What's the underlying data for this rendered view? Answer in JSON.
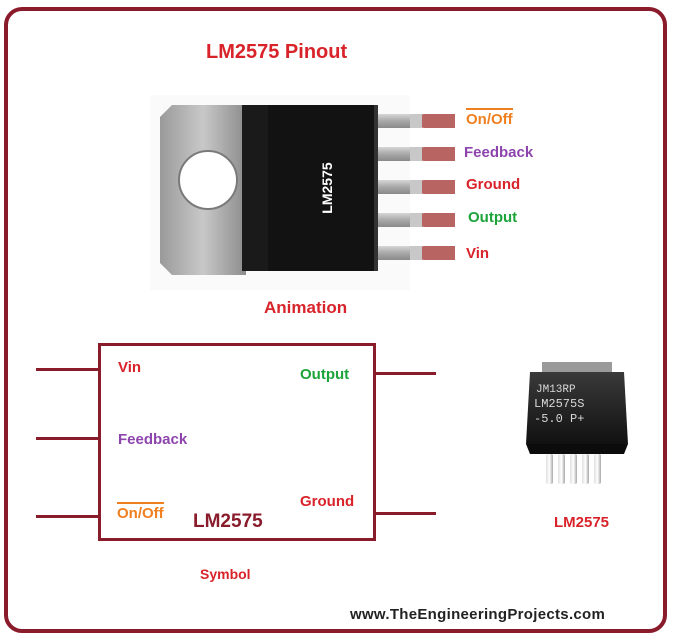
{
  "title": "LM2575 Pinout",
  "package_marking": "LM2575",
  "pins_to220": [
    {
      "label": "On/Off",
      "color": "#f0801f",
      "overline": true
    },
    {
      "label": "Feedback",
      "color": "#8e44ad",
      "overline": false
    },
    {
      "label": "Ground",
      "color": "#d9232a",
      "overline": false
    },
    {
      "label": "Output",
      "color": "#1ca33a",
      "overline": false
    },
    {
      "label": "Vin",
      "color": "#d9232a",
      "overline": false
    }
  ],
  "animation_caption": "Animation",
  "symbol": {
    "name": "LM2575",
    "left_pins": [
      "Vin",
      "Feedback",
      "On/Off"
    ],
    "right_pins": [
      "Output",
      "Ground"
    ],
    "caption": "Symbol"
  },
  "smd_chip": {
    "marking_lines": [
      "JM13RP",
      "LM2575S",
      "-5.0  P+"
    ],
    "caption": "LM2575"
  },
  "website": "www.TheEngineeringProjects.com",
  "colors": {
    "frame": "#8a1b2b",
    "accent_red": "#d9232a",
    "orange": "#f0801f",
    "purple": "#8e44ad",
    "green": "#1ca33a"
  }
}
